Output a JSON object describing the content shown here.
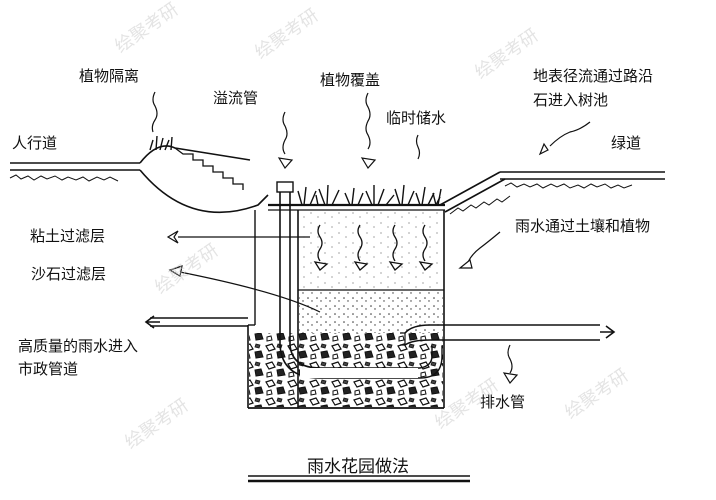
{
  "watermark": "绘聚考研",
  "labels": {
    "plant_barrier": "植物隔离",
    "overflow_pipe": "溢流管",
    "plant_cover": "植物覆盖",
    "temp_storage": "临时储水",
    "runoff_line1": "地表径流通过路沿",
    "runoff_line2": "石进入树池",
    "sidewalk": "人行道",
    "greenway": "绿道",
    "clay_filter": "粘土过滤层",
    "gravel_filter": "沙石过滤层",
    "through_soil": "雨水通过土壤和植物",
    "quality_line1": "高质量的雨水进入",
    "quality_line2": "市政管道",
    "drain_pipe": "排水管"
  },
  "caption": "雨水花园做法"
}
